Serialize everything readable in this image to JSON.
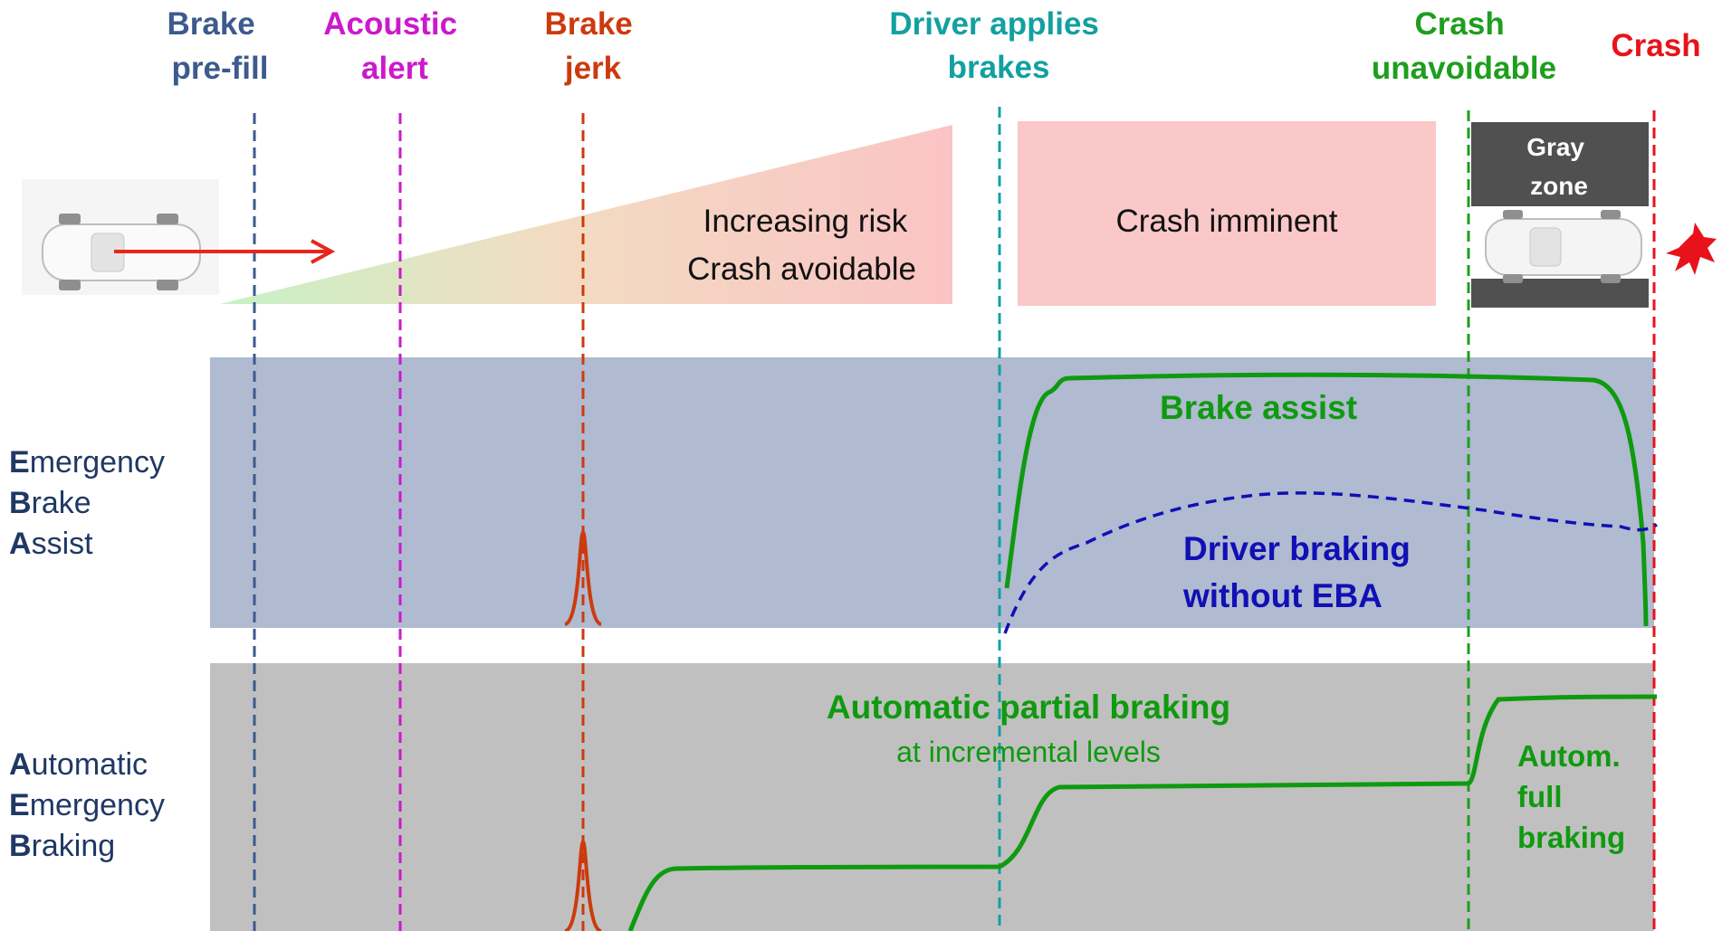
{
  "events": {
    "brake_prefill": {
      "line1": "Brake",
      "line2": "pre-fill",
      "color": "#3D5A8E"
    },
    "acoustic_alert": {
      "line1": "Acoustic",
      "line2": "alert",
      "color": "#CC19CC"
    },
    "brake_jerk": {
      "line1": "Brake",
      "line2": "jerk",
      "color": "#CC3A0E"
    },
    "driver_brakes": {
      "line1": "Driver applies",
      "line2": "brakes",
      "color": "#12A0A0"
    },
    "crash_unavoid": {
      "line1": "Crash",
      "line2": "unavoidable",
      "color": "#1E9E1E"
    },
    "crash": {
      "line1": "Crash",
      "color": "#E8131A"
    }
  },
  "phases": {
    "increasing_risk": {
      "line1": "Increasing risk",
      "line2": "Crash avoidable"
    },
    "crash_imminent": {
      "label": "Crash imminent"
    },
    "gray_zone": {
      "line1": "Gray",
      "line2": "zone"
    }
  },
  "eba": {
    "heading": [
      {
        "initial": "E",
        "rest": "mergency"
      },
      {
        "initial": "B",
        "rest": "rake"
      },
      {
        "initial": "A",
        "rest": "ssist"
      }
    ],
    "brake_assist_label": "Brake assist",
    "driver_braking_line1": "Driver braking",
    "driver_braking_line2": "without EBA"
  },
  "aeb": {
    "heading": [
      {
        "initial": "A",
        "rest": "utomatic"
      },
      {
        "initial": "E",
        "rest": "mergency"
      },
      {
        "initial": "B",
        "rest": "raking"
      }
    ],
    "partial_label": "Automatic partial braking",
    "partial_sublabel": "at incremental levels",
    "full_line1": "Autom.",
    "full_line2": "full",
    "full_line3": "braking"
  },
  "colors": {
    "eba_band": "#B0BAD0",
    "aeb_band": "#C0C0C0",
    "heading_color": "#1F3864",
    "curve_green": "#0F9A0F",
    "curve_blue": "#1010B4",
    "imminent_fill": "#FAC8C8",
    "gray_zone_fill": "#505050",
    "arrow_red": "#E8261C"
  }
}
